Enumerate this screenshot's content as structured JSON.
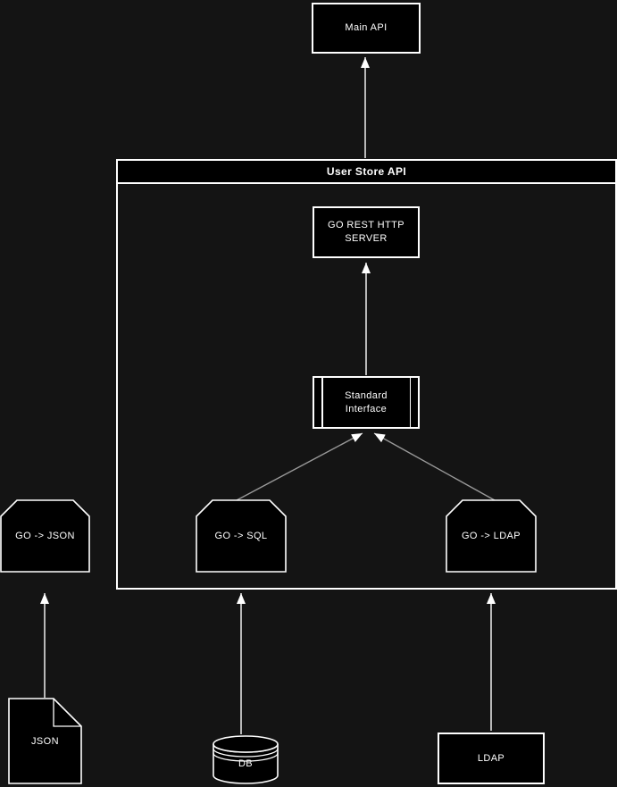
{
  "diagram": {
    "colors": {
      "background": "#141414",
      "node_fill": "#000000",
      "line": "#ffffff",
      "secondary_line": "#999999"
    },
    "nodes": {
      "main_api": {
        "label": "Main API"
      },
      "user_store": {
        "title": "User Store API"
      },
      "go_rest_server": {
        "label": "GO REST HTTP SERVER"
      },
      "standard_interface": {
        "label": "Standard Interface"
      },
      "go_json": {
        "label": "GO -> JSON"
      },
      "go_sql": {
        "label": "GO -> SQL"
      },
      "go_ldap": {
        "label": "GO -> LDAP"
      },
      "json_doc": {
        "label": "JSON"
      },
      "db": {
        "label": "DB"
      },
      "ldap": {
        "label": "LDAP"
      }
    }
  }
}
